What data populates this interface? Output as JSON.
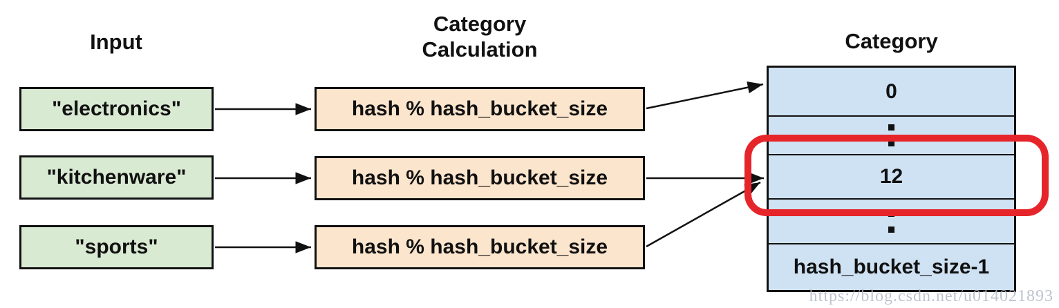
{
  "diagram": {
    "input_column": {
      "title": "Input",
      "items": [
        "\"electronics\"",
        "\"kitchenware\"",
        "\"sports\""
      ]
    },
    "calculation_column": {
      "title_line1": "Category",
      "title_line2": "Calculation",
      "boxes": [
        "hash % hash_bucket_size",
        "hash % hash_bucket_size",
        "hash % hash_bucket_size"
      ]
    },
    "category_column": {
      "title": "Category",
      "rows": [
        {
          "label": "0",
          "highlighted": false
        },
        {
          "ellipsis": true
        },
        {
          "label": "12",
          "highlighted": true
        },
        {
          "ellipsis": true
        },
        {
          "label": "hash_bucket_size-1",
          "highlighted": false
        }
      ]
    }
  },
  "watermark": {
    "text": "https://blog.csdn.net/u014021893"
  },
  "colors": {
    "input_fill": "#d9ead3",
    "calculation_fill": "#fce5cd",
    "category_fill": "#cfe2f3",
    "border": "#111111",
    "highlight_ring": "#e6252b",
    "watermark_text": "#b2b9c5"
  }
}
